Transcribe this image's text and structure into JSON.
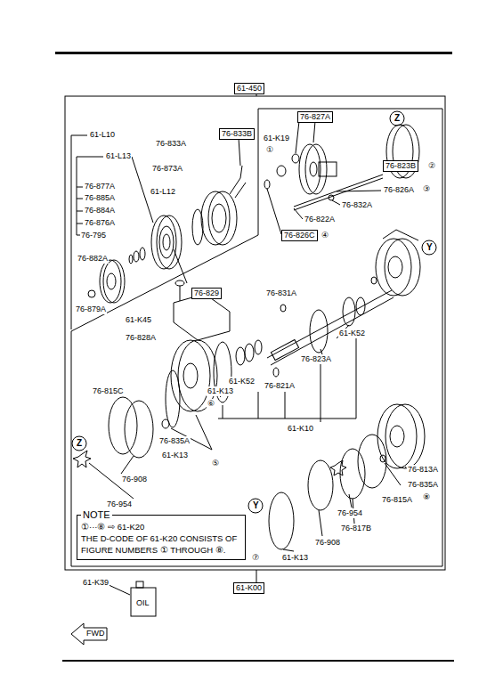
{
  "diagram": {
    "nodes": [
      {
        "text": [
          "61-450"
        ]
      },
      {
        "text": [
          "76-833B"
        ]
      },
      {
        "text": [
          "76-827A"
        ]
      },
      {
        "text": [
          "76-823B"
        ]
      },
      {
        "text": [
          "76-826C"
        ]
      },
      {
        "text": [
          "76-829"
        ]
      },
      {
        "text": [
          "NOTE",
          "①···⑧ ⇨ 61-K20",
          "THE D-CODE OF 61-K20 CONSISTS OF FIGURE NUMBERS ① THROUGH ⑧."
        ]
      },
      {
        "text": [
          "61-K00"
        ]
      }
    ],
    "labels": [
      "61-L10",
      "61-L13",
      "76-833A",
      "76-873A",
      "76-877A",
      "61-L12",
      "76-885A",
      "76-884A",
      "76-876A",
      "76-795",
      "76-882A",
      "76-879A",
      "61-K19",
      "①",
      "76-826A",
      "③",
      "76-832A",
      "76-822A",
      "②",
      "Z",
      "Y",
      "④",
      "61-K45",
      "76-828A",
      "76-831A",
      "61-K52",
      "76-823A",
      "61-K52",
      "76-821A",
      "61-K13",
      "⑥",
      "61-K10",
      "76-815C",
      "76-835A",
      "61-K13",
      "⑤",
      "76-908",
      "Z",
      "76-954",
      "76-813A",
      "76-835A",
      "76-815A",
      "⑧",
      "76-954",
      "76-817B",
      "Y",
      "76-908",
      "⑦",
      "61-K13",
      "61-K39",
      "OIL",
      "FWD"
    ]
  }
}
